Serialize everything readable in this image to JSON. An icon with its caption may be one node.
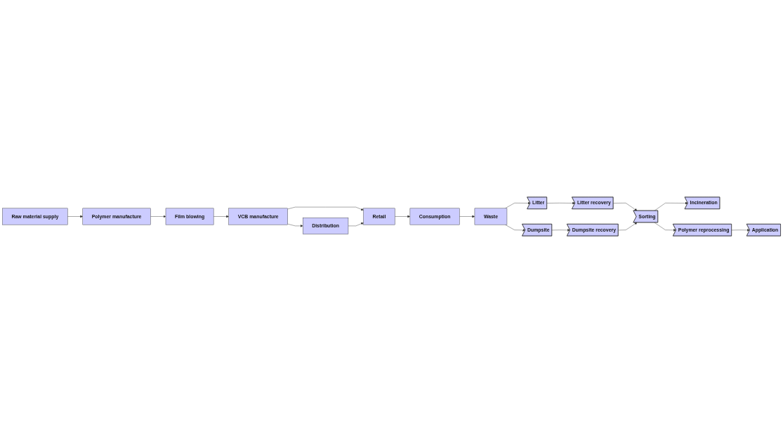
{
  "diagram": {
    "nodes": [
      {
        "text": [
          "Raw material supply"
        ]
      },
      {
        "text": [
          "Polymer manufacture"
        ]
      },
      {
        "text": [
          "Film blowing"
        ]
      },
      {
        "text": [
          "VCB manufacture"
        ]
      },
      {
        "text": [
          "Distribution"
        ]
      },
      {
        "text": [
          "Retail"
        ]
      },
      {
        "text": [
          "Consumption"
        ]
      },
      {
        "text": [
          "Waste"
        ]
      },
      {
        "text": [
          "Incineration"
        ]
      },
      {
        "text": [
          "Litter recovery"
        ]
      },
      {
        "text": [
          "Litter"
        ]
      },
      {
        "text": [
          "Sorting"
        ]
      },
      {
        "text": [
          "Application"
        ]
      },
      {
        "text": [
          "Polymer reprocessing"
        ]
      },
      {
        "text": [
          "Dumpsite recovery"
        ]
      },
      {
        "text": [
          "Dumpsite"
        ]
      }
    ],
    "edges": [
      {
        "from": 0,
        "to": 1,
        "arrow": "to"
      },
      {
        "from": 1,
        "to": 2,
        "arrow": "to"
      },
      {
        "from": 2,
        "to": 3,
        "arrow": "to"
      },
      {
        "from": 3,
        "to": 5,
        "arrow": "to"
      },
      {
        "from": 3,
        "to": 4,
        "arrow": "to"
      },
      {
        "from": 4,
        "to": 5,
        "arrow": "to"
      },
      {
        "from": 5,
        "to": 6,
        "arrow": "to"
      },
      {
        "from": 6,
        "to": 7,
        "arrow": "to"
      },
      {
        "from": 7,
        "to": 10,
        "arrow": "to"
      },
      {
        "from": 7,
        "to": 15,
        "arrow": "to"
      },
      {
        "from": 10,
        "to": 9,
        "arrow": "to"
      },
      {
        "from": 9,
        "to": 11,
        "arrow": "to"
      },
      {
        "from": 15,
        "to": 14,
        "arrow": "to"
      },
      {
        "from": 14,
        "to": 11,
        "arrow": "to"
      },
      {
        "from": 11,
        "to": 8,
        "arrow": "to"
      },
      {
        "from": 11,
        "to": 13,
        "arrow": "to"
      },
      {
        "from": 13,
        "to": 12,
        "arrow": "to"
      }
    ]
  }
}
